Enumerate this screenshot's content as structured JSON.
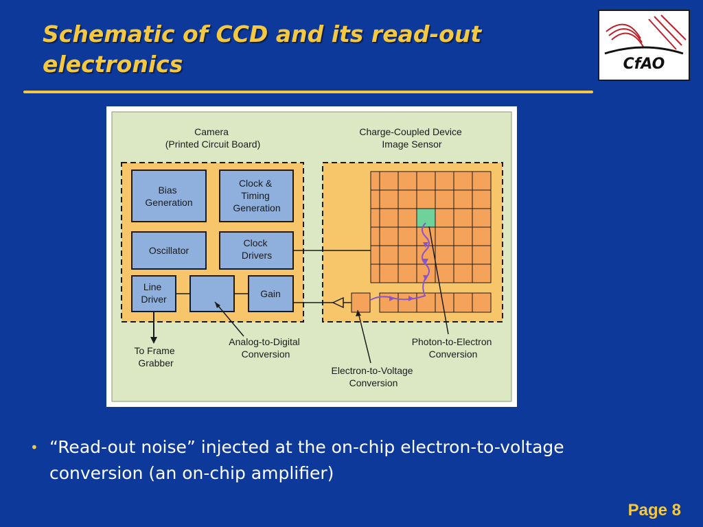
{
  "slide": {
    "title": "Schematic of CCD and its read-out\nelectronics",
    "logo_text": "CfAO",
    "bullet": {
      "quote_open": "“",
      "quoted": "Read-out noise",
      "quote_close": "”",
      "rest": " injected at the on-chip electron-to-voltage conversion (an on-chip amplifier)"
    },
    "page_label": "Page 8"
  },
  "diagram": {
    "camera_title": [
      "Camera",
      "(Printed Circuit Board)"
    ],
    "ccd_title": [
      "Charge-Coupled Device",
      "Image Sensor"
    ],
    "blocks": {
      "bias": [
        "Bias",
        "Generation"
      ],
      "clock_timing": [
        "Clock &",
        "Timing",
        "Generation"
      ],
      "oscillator": [
        "Oscillator"
      ],
      "clock_drivers": [
        "Clock",
        "Drivers"
      ],
      "line_driver": [
        "Line",
        "Driver"
      ],
      "gain": [
        "Gain"
      ]
    },
    "annotations": {
      "frame_grabber": [
        "To Frame",
        "Grabber"
      ],
      "adc": [
        "Analog-to-Digital",
        "Conversion"
      ],
      "e_to_v": [
        "Electron-to-Voltage",
        "Conversion"
      ],
      "p_to_e": [
        "Photon-to-Electron",
        "Conversion"
      ]
    },
    "colors": {
      "board_bg": "#dce8c4",
      "dashed_area": "#f7c66a",
      "block_fill": "#8fb0dc",
      "pixel_fill": "#f5a25a",
      "pixel_highlight": "#6fd29a",
      "electron_path": "#8855cc"
    }
  }
}
